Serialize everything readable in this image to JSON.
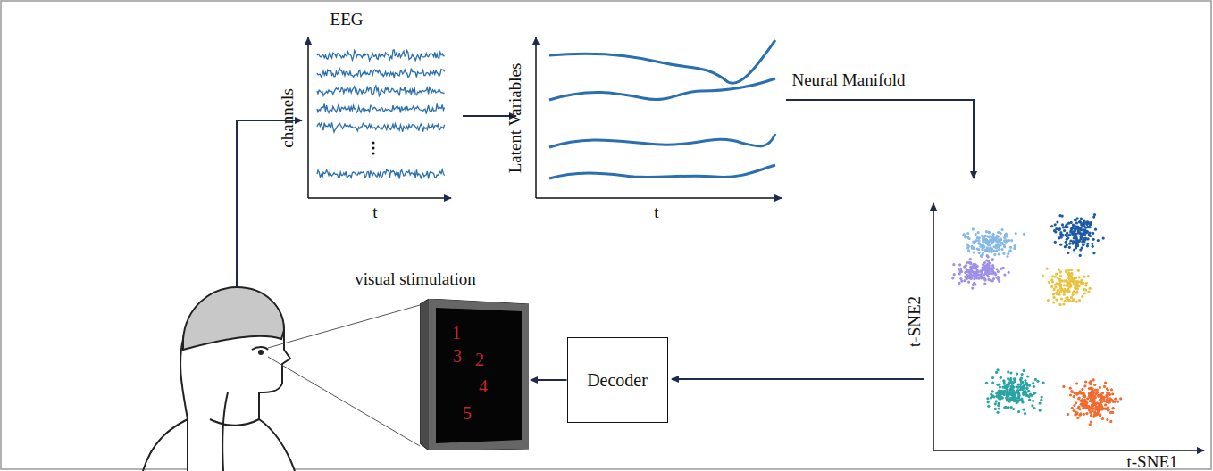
{
  "diagram": {
    "nodes": [
      {
        "text": [
          "Decoder"
        ]
      },
      {
        "text": [
          "1",
          "2",
          "3",
          "4",
          "5"
        ]
      }
    ],
    "edges": [
      {
        "from": 0,
        "to": 1,
        "arrow": "to"
      }
    ],
    "labels": [
      "EEG",
      "channels",
      "t",
      "Latent Variables",
      "t",
      "Neural Manifold",
      "t-SNE2",
      "t-SNE1",
      "visual stimulation"
    ]
  }
}
